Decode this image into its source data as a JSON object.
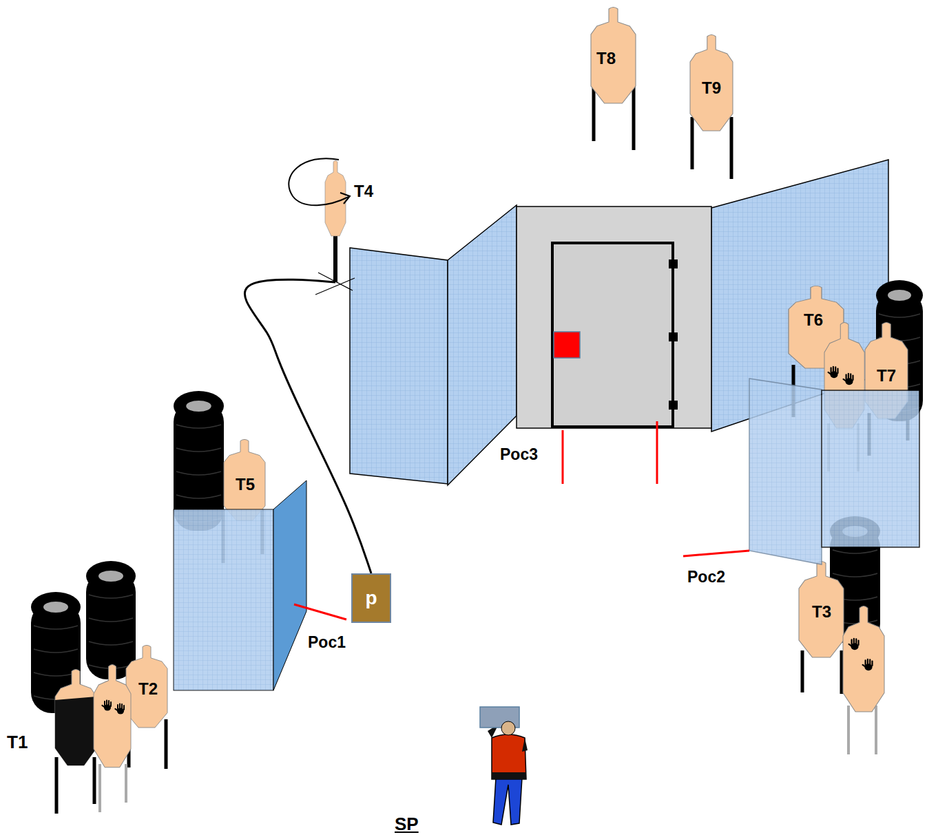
{
  "diagram": {
    "nodes": [
      {
        "text": [
          "T8"
        ]
      },
      {
        "text": [
          "T9"
        ]
      },
      {
        "text": [
          "T4"
        ]
      },
      {
        "text": [
          "T6"
        ]
      },
      {
        "text": [
          "T7"
        ]
      },
      {
        "text": [
          "T5"
        ]
      },
      {
        "text": [
          "p"
        ]
      },
      {
        "text": [
          "T3"
        ]
      },
      {
        "text": [
          "T2"
        ]
      }
    ],
    "edges": [
      {
        "from": 6,
        "to": 2,
        "arrow": "none"
      }
    ],
    "labels": [
      "T1",
      "Poc1",
      "Poc2",
      "Poc3",
      "SP"
    ]
  }
}
